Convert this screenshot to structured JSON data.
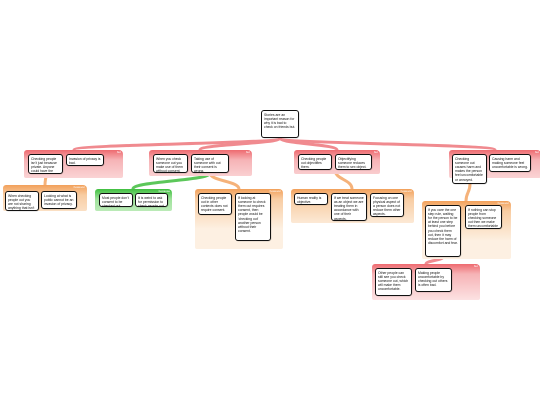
{
  "colors": {
    "objection": "#ee6a70",
    "support": "#3fbf3f",
    "rebuttal": "#f2a05a",
    "connector_objection": "#f08a8f",
    "connector_support": "#5cc75a",
    "connector_rebuttal": "#f5b27a"
  },
  "contention": "Stories are an important reason for why it is bad to check on friends but.",
  "groups": [
    {
      "id": "g1",
      "kind": "objection",
      "tag": "but",
      "premises": [
        "Checking people isn't just because private. Anyone could have the information.",
        "Invasion of privacy is bad."
      ]
    },
    {
      "id": "g2",
      "kind": "objection",
      "tag": "but",
      "premises": [
        "When you check someone out you make use of them without consent.",
        "Taking use of someone with out their consent is wrong."
      ]
    },
    {
      "id": "g3",
      "kind": "objection",
      "tag": "but",
      "premises": [
        "Checking people out objectifies them.",
        "Objectifying someone reduces them to sex object."
      ]
    },
    {
      "id": "g4",
      "kind": "objection",
      "tag": "but",
      "premises": [
        "Checking someone out causes harm and makes the person feel uncomfortable or annoyed.",
        "Causing harm and making someone feel uncomfortable is wrong."
      ]
    },
    {
      "id": "g5",
      "kind": "rebuttal",
      "tag": "however",
      "premises": [
        "When checking people out you are not sharing anything that isn't public.",
        "Looking at what is public cannot be an invasion of privacy."
      ]
    },
    {
      "id": "g6",
      "kind": "support",
      "tag": "because",
      "premises": [
        "Most people don't consent to be checked out.",
        "It is weird to ask for permission to check people out."
      ]
    },
    {
      "id": "g7",
      "kind": "rebuttal",
      "tag": "however",
      "premises": [
        "Checking people out in other contexts does not require consent.",
        "If looking at someone to check them out requires consent, then people would be 'checking out' another person without their consent."
      ]
    },
    {
      "id": "g8",
      "kind": "rebuttal",
      "tag": "however",
      "premises": [
        "Human reality is objective.",
        "If we treat someone as an object we are treating them in accordance with one of their aspects.",
        "Focusing on one physical aspect of a person does not reduce them other aspects."
      ]
    },
    {
      "id": "g9",
      "kind": "rebuttal",
      "tag": "however",
      "premises": [
        "If you care the one step rule, waiting for the person to be at least one step behind you before you check them out, then it may reduce the harm of discomfort and fear.",
        "If nothing can stop people from checking someone out then we make them uncomfortable that it is enforced."
      ]
    },
    {
      "id": "g10",
      "kind": "objection",
      "tag": "but",
      "premises": [
        "Other people can still see you check someone out, which will make them uncomfortable.",
        "Making people uncomfortable by checking out others is often bad."
      ]
    }
  ]
}
